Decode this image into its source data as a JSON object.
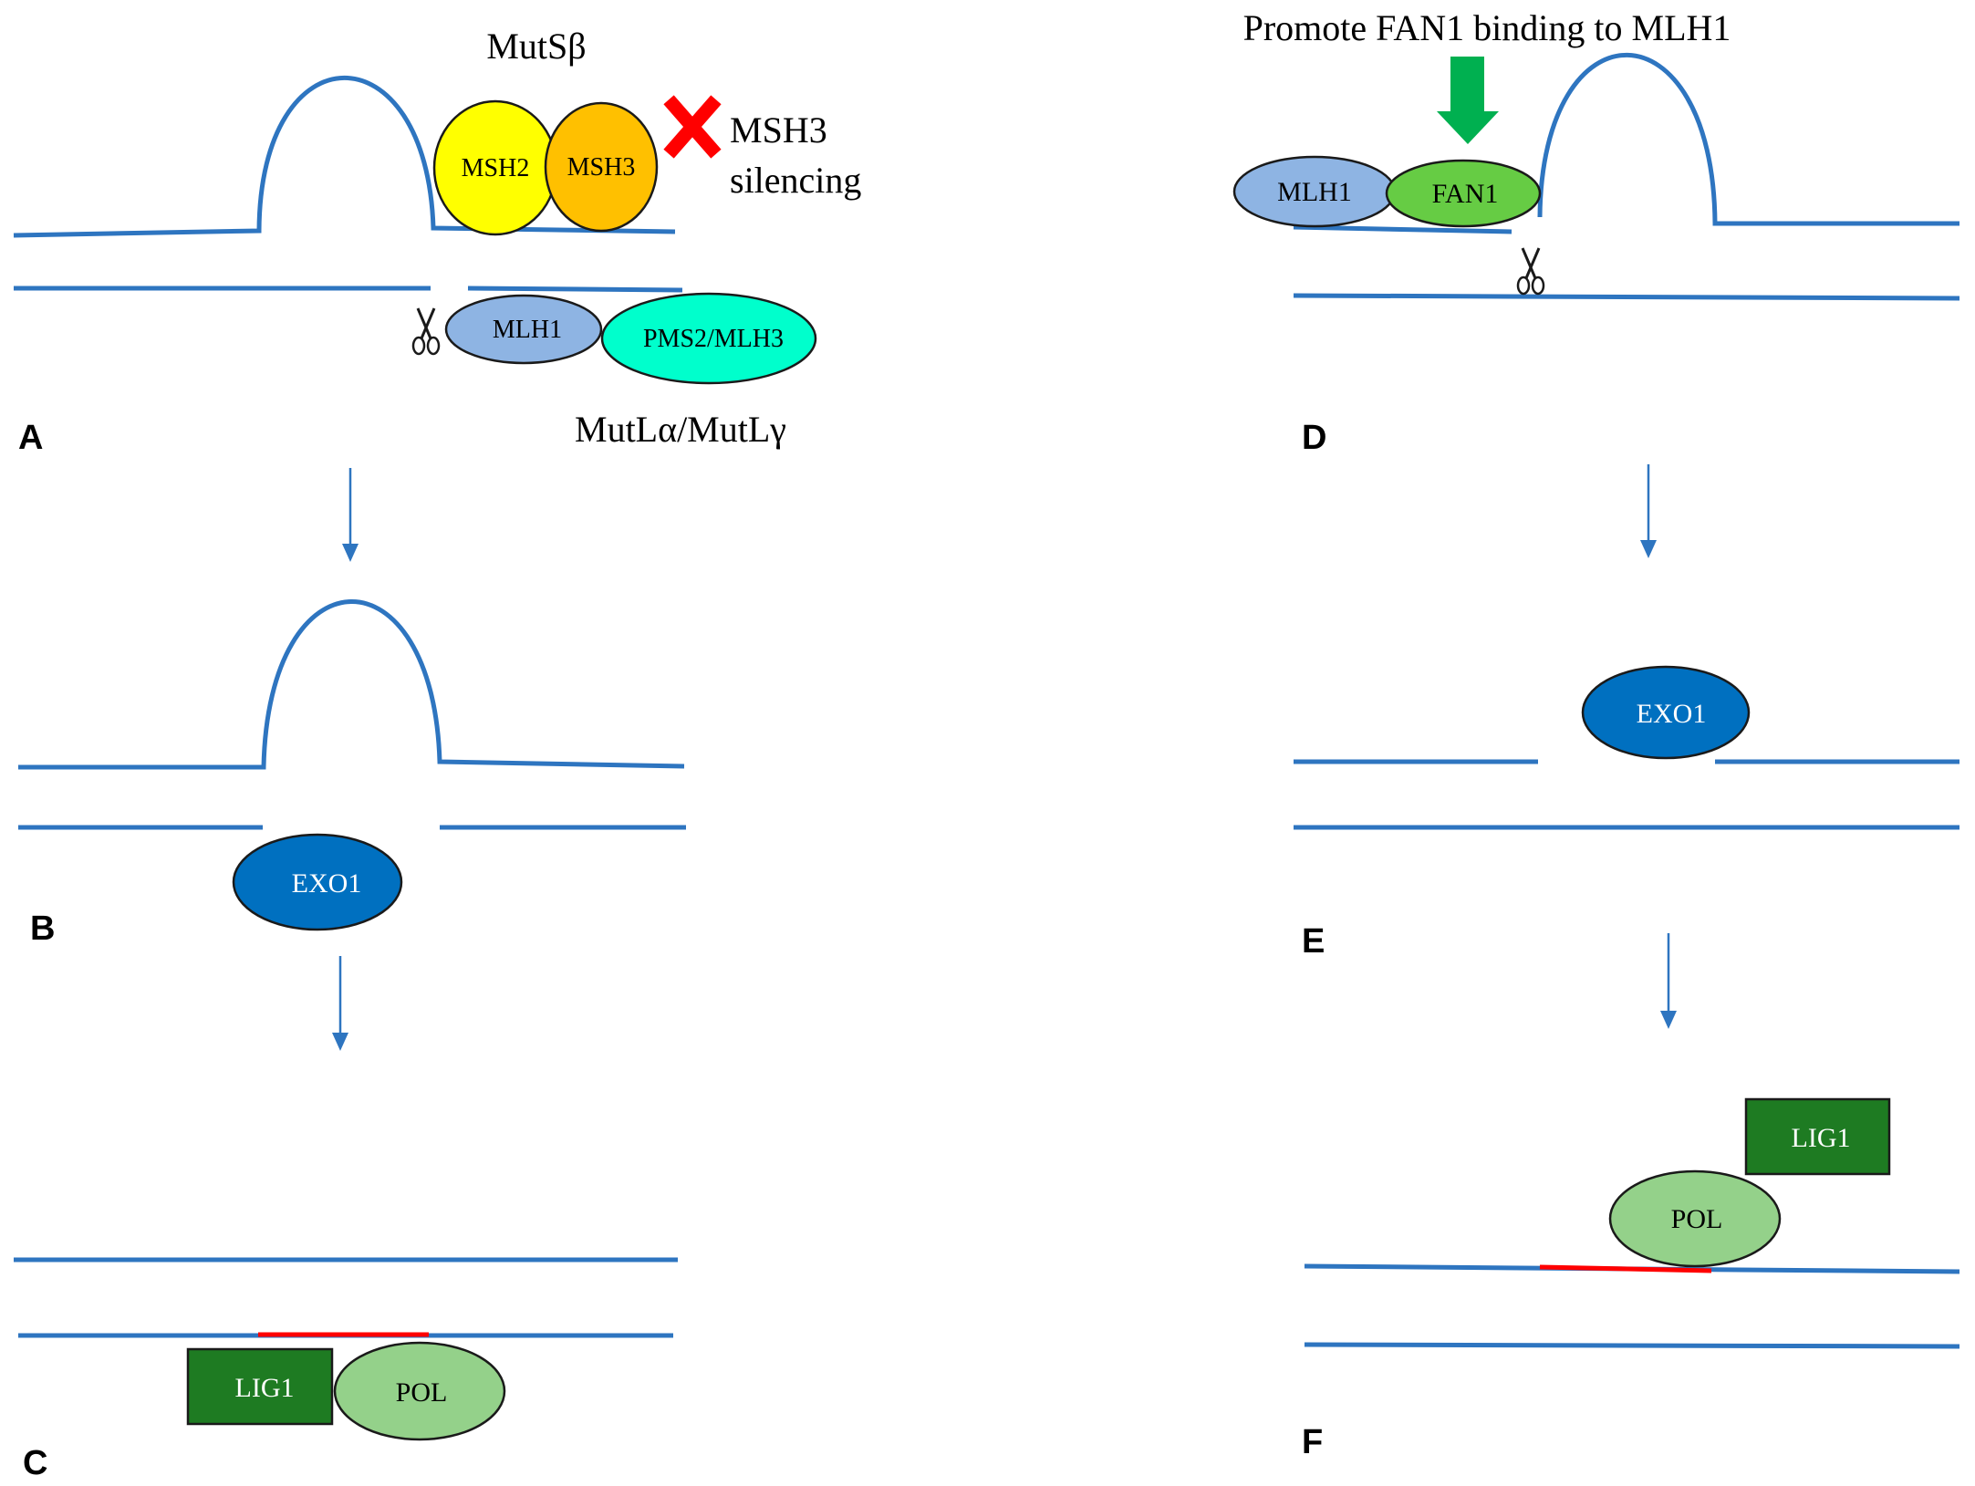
{
  "panels": {
    "a": {
      "letter": "A",
      "complex_mutsb": "MutSβ",
      "msh2": "MSH2",
      "msh3": "MSH3",
      "silencing_line1": "MSH3",
      "silencing_line2": "silencing",
      "mlh1": "MLH1",
      "pms2_mlh3": "PMS2/MLH3",
      "complex_mutl": "MutLα/MutLγ"
    },
    "b": {
      "letter": "B",
      "exo1": "EXO1"
    },
    "c": {
      "letter": "C",
      "lig1": "LIG1",
      "pol": "POL"
    },
    "d": {
      "letter": "D",
      "promote": "Promote FAN1 binding to MLH1",
      "mlh1": "MLH1",
      "fan1": "FAN1"
    },
    "e": {
      "letter": "E",
      "exo1": "EXO1"
    },
    "f": {
      "letter": "F",
      "lig1": "LIG1",
      "pol": "POL"
    }
  },
  "colors": {
    "dna_strand": "#2E75C0",
    "new_synthesis": "#FF0000",
    "msh2": "#FFFF00",
    "msh3": "#FFC000",
    "mlh1": "#8EB4E3",
    "pms2_mlh3": "#00FFCC",
    "fan1": "#66CC44",
    "exo1": "#0070C0",
    "lig1": "#1E7B22",
    "pol": "#94D18A",
    "promote_arrow": "#00B050",
    "silencing_x": "#FF0000"
  },
  "icons": {
    "silencing": "x-mark-icon",
    "cut": "scissors-icon",
    "promote": "down-arrow-icon"
  }
}
